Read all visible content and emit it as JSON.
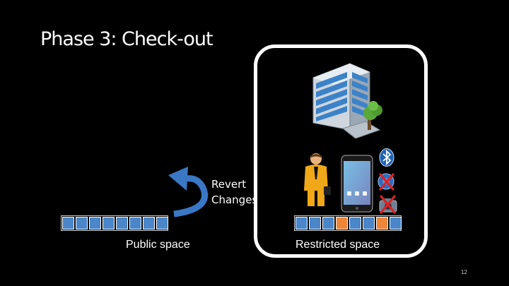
{
  "slide": {
    "title": "Phase 3: Check-out",
    "page_number": "12"
  },
  "annotation": {
    "revert_line1": "Revert",
    "revert_line2": "Changes"
  },
  "public_space": {
    "label": "Public space",
    "cells": [
      "clean",
      "clean",
      "clean",
      "clean",
      "clean",
      "clean",
      "clean",
      "clean"
    ]
  },
  "restricted_space": {
    "label": "Restricted space",
    "cells": [
      "clean",
      "clean",
      "clean",
      "changed",
      "clean",
      "clean",
      "changed",
      "clean"
    ]
  },
  "icons": {
    "building": "office-building-icon",
    "person": "businessman-icon",
    "phone": "smartphone-icon",
    "bluetooth": "bluetooth-icon",
    "network_blocked": "network-blocked-icon",
    "camera_blocked": "camera-blocked-icon",
    "arrow": "revert-arrow-icon"
  },
  "colors": {
    "background": "#000000",
    "cell_clean": "#4a86c8",
    "cell_changed": "#ef8538",
    "arrow": "#3a78c6",
    "blocked_x": "#e02020"
  }
}
